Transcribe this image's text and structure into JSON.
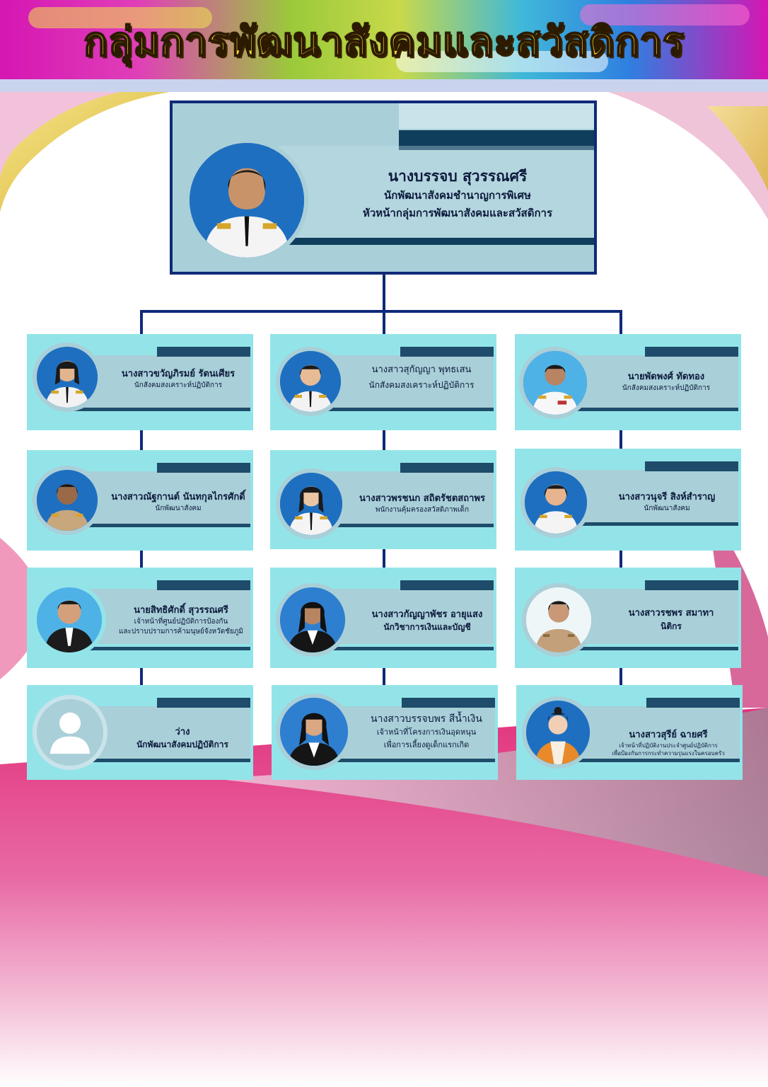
{
  "header": {
    "title": "กลุ่มการพัฒนาสังคมและสวัสดิการ"
  },
  "head": {
    "name": "นางบรรจบ  สุวรรณศรี",
    "position_1": "นักพัฒนาสังคมชำนาญการพิเศษ",
    "position_2": "หัวหน้ากลุ่มการพัฒนาสังคมและสวัสดิการ"
  },
  "staff": [
    {
      "name": "นางสาวขวัญภิรมย์ รัตนเศียร",
      "position": "นักสังคมสงเคราะห์ปฏิบัติการ"
    },
    {
      "name": "นางสาวสุกัญญา พุทธเสน",
      "position": "นักสังคมสงเคราะห์ปฏิบัติการ"
    },
    {
      "name": "นายพัดพงศ์ ทัดทอง",
      "position": "นักสังคมสงเคราะห์ปฏิบัติการ"
    },
    {
      "name": "นางสาวณัฐกานต์ นันทกุลไกรศักดิ์",
      "position": "นักพัฒนาสังคม"
    },
    {
      "name": "นางสาวพรชนก สถิตรัชตสถาพร",
      "position": "พนักงานคุ้มครองสวัสดิภาพเด็ก"
    },
    {
      "name": "นางสาวนุจรี  สิงห์สำราญ",
      "position": "นักพัฒนาสังคม"
    },
    {
      "name": "นายสิทธิศักดิ์ สุวรรณศรี",
      "position": "เจ้าหน้าที่ศูนย์ปฏิบัติการป้องกัน",
      "position_2": "และปราบปรามการค้ามนุษย์จังหวัดชัยภูมิ"
    },
    {
      "name": "นางสาวกัญญาพัชร อายุแสง",
      "position": "นักวิชาการเงินและบัญชี"
    },
    {
      "name": "นางสาวรชพร สมาทา",
      "position": "นิติกร"
    },
    {
      "name": "ว่าง",
      "position": "นักพัฒนาสังคมปฏิบัติการ"
    },
    {
      "name": "นางสาวบรรจบพร สีน้ำเงิน",
      "position": "เจ้าหน้าที่โครงการเงินอุดหนุน",
      "position_2": "เพื่อการเลี้ยงดูเด็กแรกเกิด"
    },
    {
      "name": "นางสาวสุรีย์ ฉายศรี",
      "position": "เจ้าหน้าที่ปฏิบัติงานประจำศูนย์ปฏิบัติการ",
      "position_2": "เพื่อป้องกันการกระทำความรุนแรงในครอบครัว"
    }
  ],
  "colors": {
    "connector": "#0f2a78",
    "card_fill": "#93e4e8",
    "panel_fill": "#a9cfd8",
    "title_text": "#f7d23a"
  }
}
